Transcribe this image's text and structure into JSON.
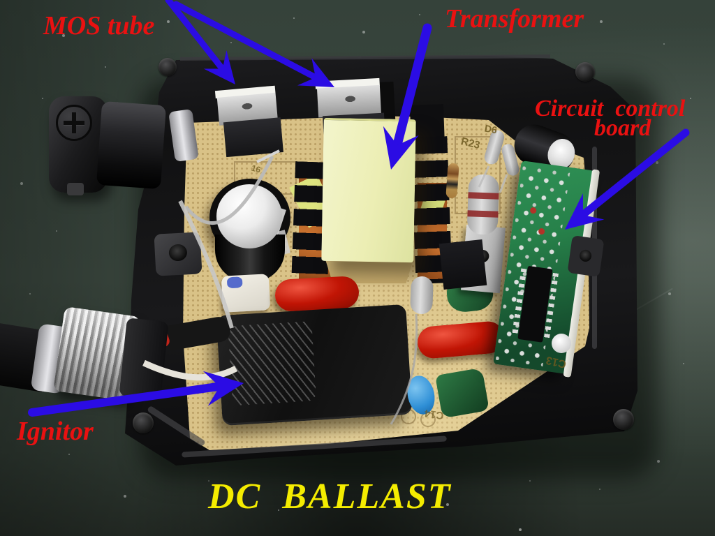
{
  "annotations": {
    "mos_tube": "MOS tube",
    "transformer": "Transformer",
    "circuit_control_line1": "Circuit  control",
    "circuit_control_line2": "board",
    "ignitor": "Ignitor",
    "title": "DC  BALLAST"
  },
  "silkscreen": {
    "d6": "D6",
    "r23": "R23",
    "c13": "C13",
    "c14": "C14",
    "s16": "16"
  },
  "colors": {
    "label_red": "#ea1111",
    "title_yellow": "#f4ec00",
    "arrow_blue": "#2b0ce4",
    "bench_green": "#3d4a41",
    "case_black": "#141415",
    "pcb_tan": "#d9c287",
    "board_green": "#27814a",
    "transformer_cream": "#eceeb4",
    "capacitor_red": "#c11505",
    "copper": "#b0622a"
  }
}
